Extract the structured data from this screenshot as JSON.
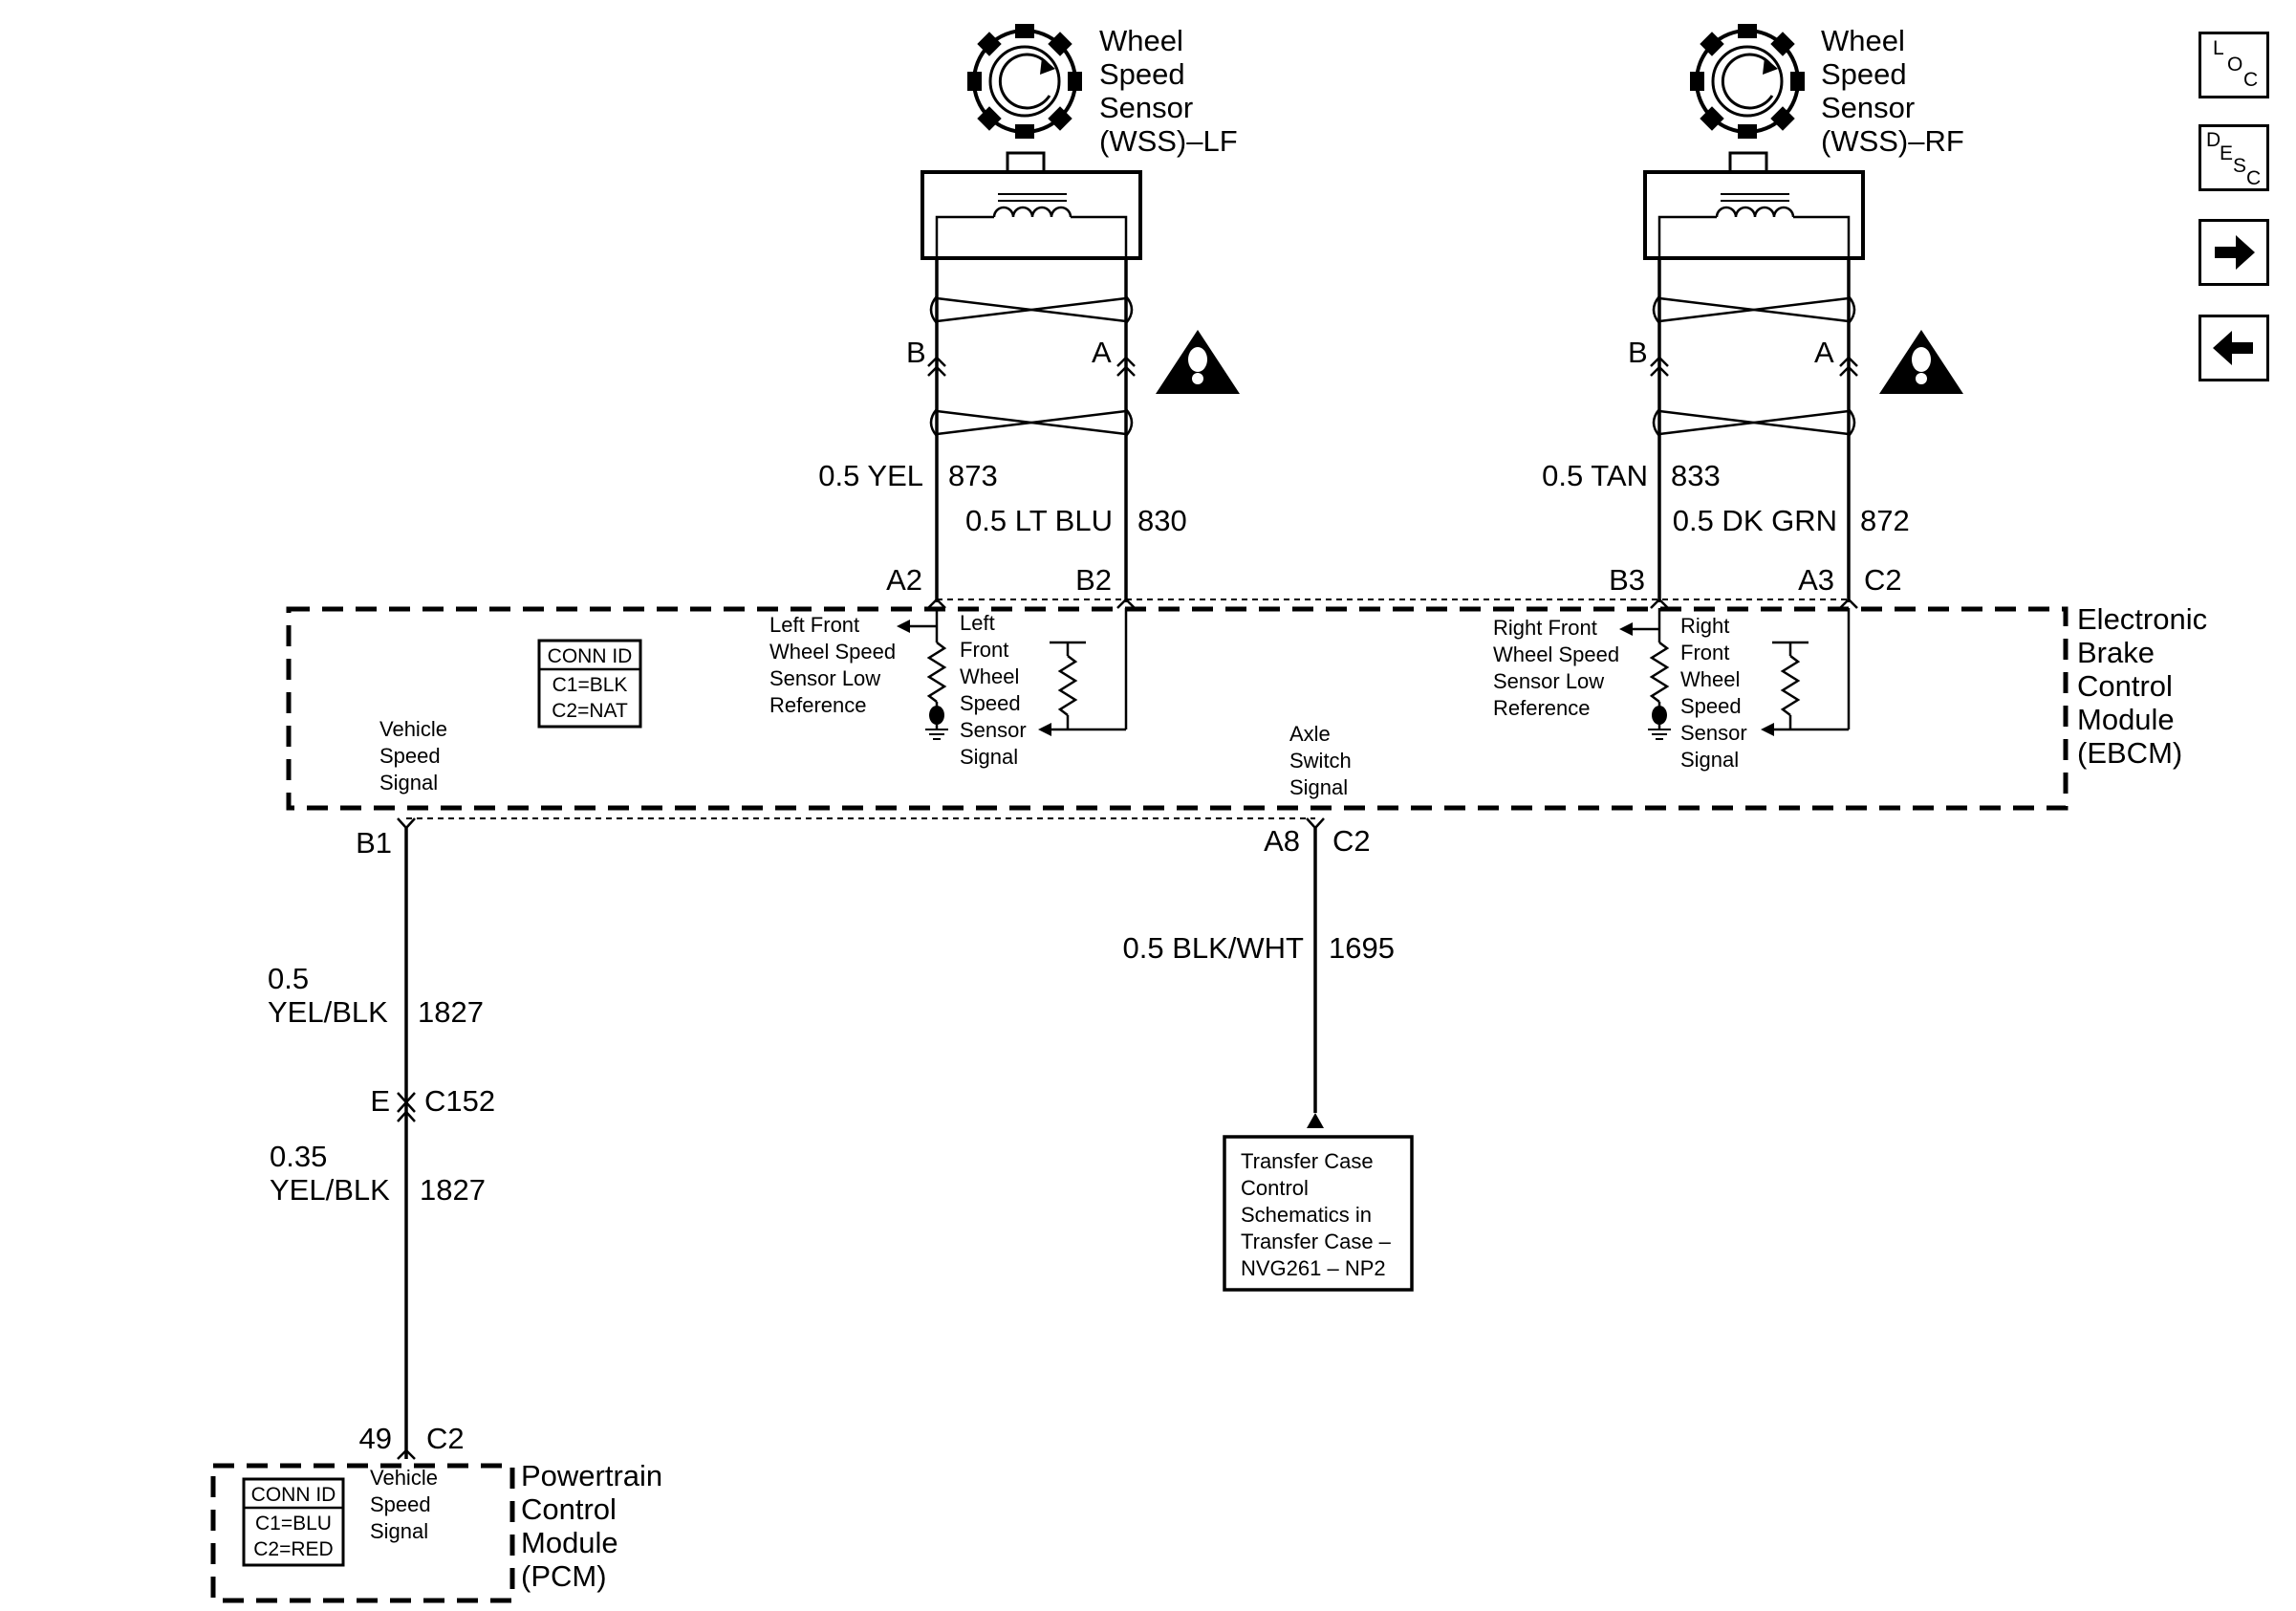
{
  "nav": {
    "loc": [
      "L",
      "O",
      "C"
    ],
    "desc": [
      "D",
      "E",
      "S",
      "C"
    ]
  },
  "sensors": {
    "lf": [
      "Wheel",
      "Speed",
      "Sensor",
      "(WSS)–LF"
    ],
    "rf": [
      "Wheel",
      "Speed",
      "Sensor",
      "(WSS)–RF"
    ]
  },
  "pins": {
    "lf_b": "B",
    "lf_a": "A",
    "rf_b": "B",
    "rf_a": "A",
    "ebcm_a2": "A2",
    "ebcm_b2": "B2",
    "ebcm_b3": "B3",
    "ebcm_a3": "A3",
    "ebcm_c2_top": "C2",
    "ebcm_b1": "B1",
    "ebcm_a8": "A8",
    "ebcm_c2_bottom": "C2",
    "c152_pin": "E",
    "c152": "C152",
    "pcm_pin": "49",
    "pcm_conn": "C2"
  },
  "wires": {
    "lf_low": {
      "size": "0.5 YEL",
      "circuit": "873"
    },
    "lf_sig": {
      "size": "0.5 LT BLU",
      "circuit": "830"
    },
    "rf_low": {
      "size": "0.5 TAN",
      "circuit": "833"
    },
    "rf_sig": {
      "size": "0.5 DK GRN",
      "circuit": "872"
    },
    "axle": {
      "size": "0.5 BLK/WHT",
      "circuit": "1695"
    },
    "vss_upper": {
      "size": [
        "0.5",
        "YEL/BLK"
      ],
      "circuit": "1827"
    },
    "vss_lower": {
      "size": [
        "0.35",
        "YEL/BLK"
      ],
      "circuit": "1827"
    }
  },
  "ebcm": {
    "name": [
      "Electronic",
      "Brake",
      "Control",
      "Module",
      "(EBCM)"
    ],
    "conn_id": {
      "title": "CONN ID",
      "rows": [
        "C1=BLK",
        "C2=NAT"
      ]
    },
    "lf_low_label": [
      "Left Front",
      "Wheel Speed",
      "Sensor Low",
      "Reference"
    ],
    "lf_sig_label": [
      "Left",
      "Front",
      "Wheel",
      "Speed",
      "Sensor",
      "Signal"
    ],
    "rf_low_label": [
      "Right Front",
      "Wheel Speed",
      "Sensor Low",
      "Reference"
    ],
    "rf_sig_label": [
      "Right",
      "Front",
      "Wheel",
      "Speed",
      "Sensor",
      "Signal"
    ],
    "vss_label": [
      "Vehicle",
      "Speed",
      "Signal"
    ],
    "axle_label": [
      "Axle",
      "Switch",
      "Signal"
    ]
  },
  "pcm": {
    "name": [
      "Powertrain",
      "Control",
      "Module",
      "(PCM)"
    ],
    "conn_id": {
      "title": "CONN ID",
      "rows": [
        "C1=BLU",
        "C2=RED"
      ]
    },
    "vss_label": [
      "Vehicle",
      "Speed",
      "Signal"
    ]
  },
  "transfer_case": [
    "Transfer Case",
    "Control",
    "Schematics in",
    "Transfer Case –",
    "NVG261 – NP2"
  ]
}
